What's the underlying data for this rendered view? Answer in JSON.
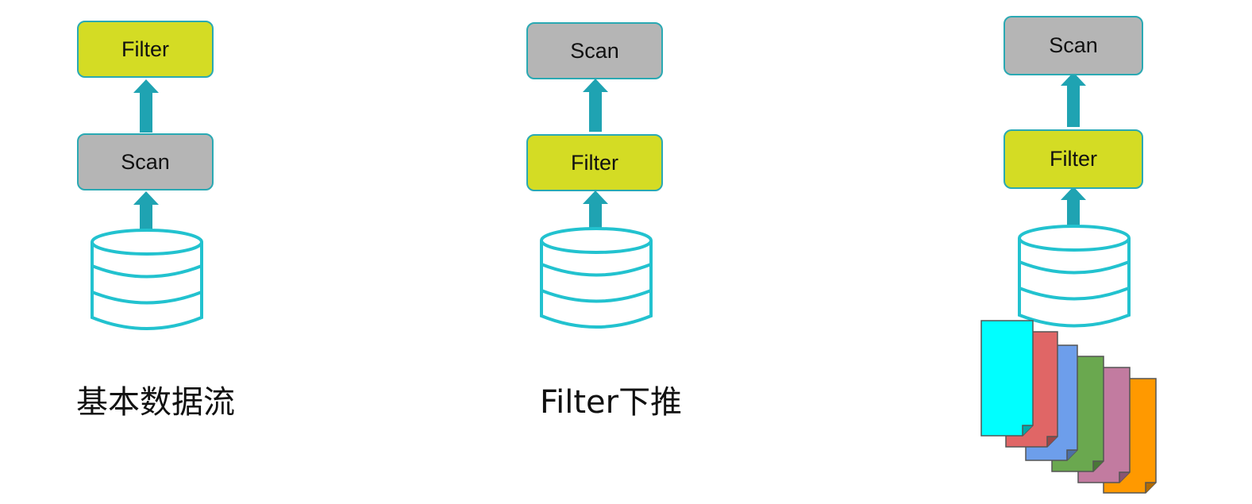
{
  "diagrams": [
    {
      "top_label": "Filter",
      "bottom_label": "Scan",
      "caption": "基本数据流"
    },
    {
      "top_label": "Scan",
      "bottom_label": "Filter",
      "caption": "Filter下推"
    },
    {
      "top_label": "Scan",
      "bottom_label": "Filter",
      "caption": ""
    }
  ],
  "colors": {
    "filter": "#d4dc24",
    "scan": "#b5b5b5",
    "arrow": "#1fa3b2",
    "database": "#22c2cf",
    "files": [
      "#00ffff",
      "#e06666",
      "#6d9eeb",
      "#6aa84f",
      "#c27ba0",
      "#ff9900"
    ]
  }
}
